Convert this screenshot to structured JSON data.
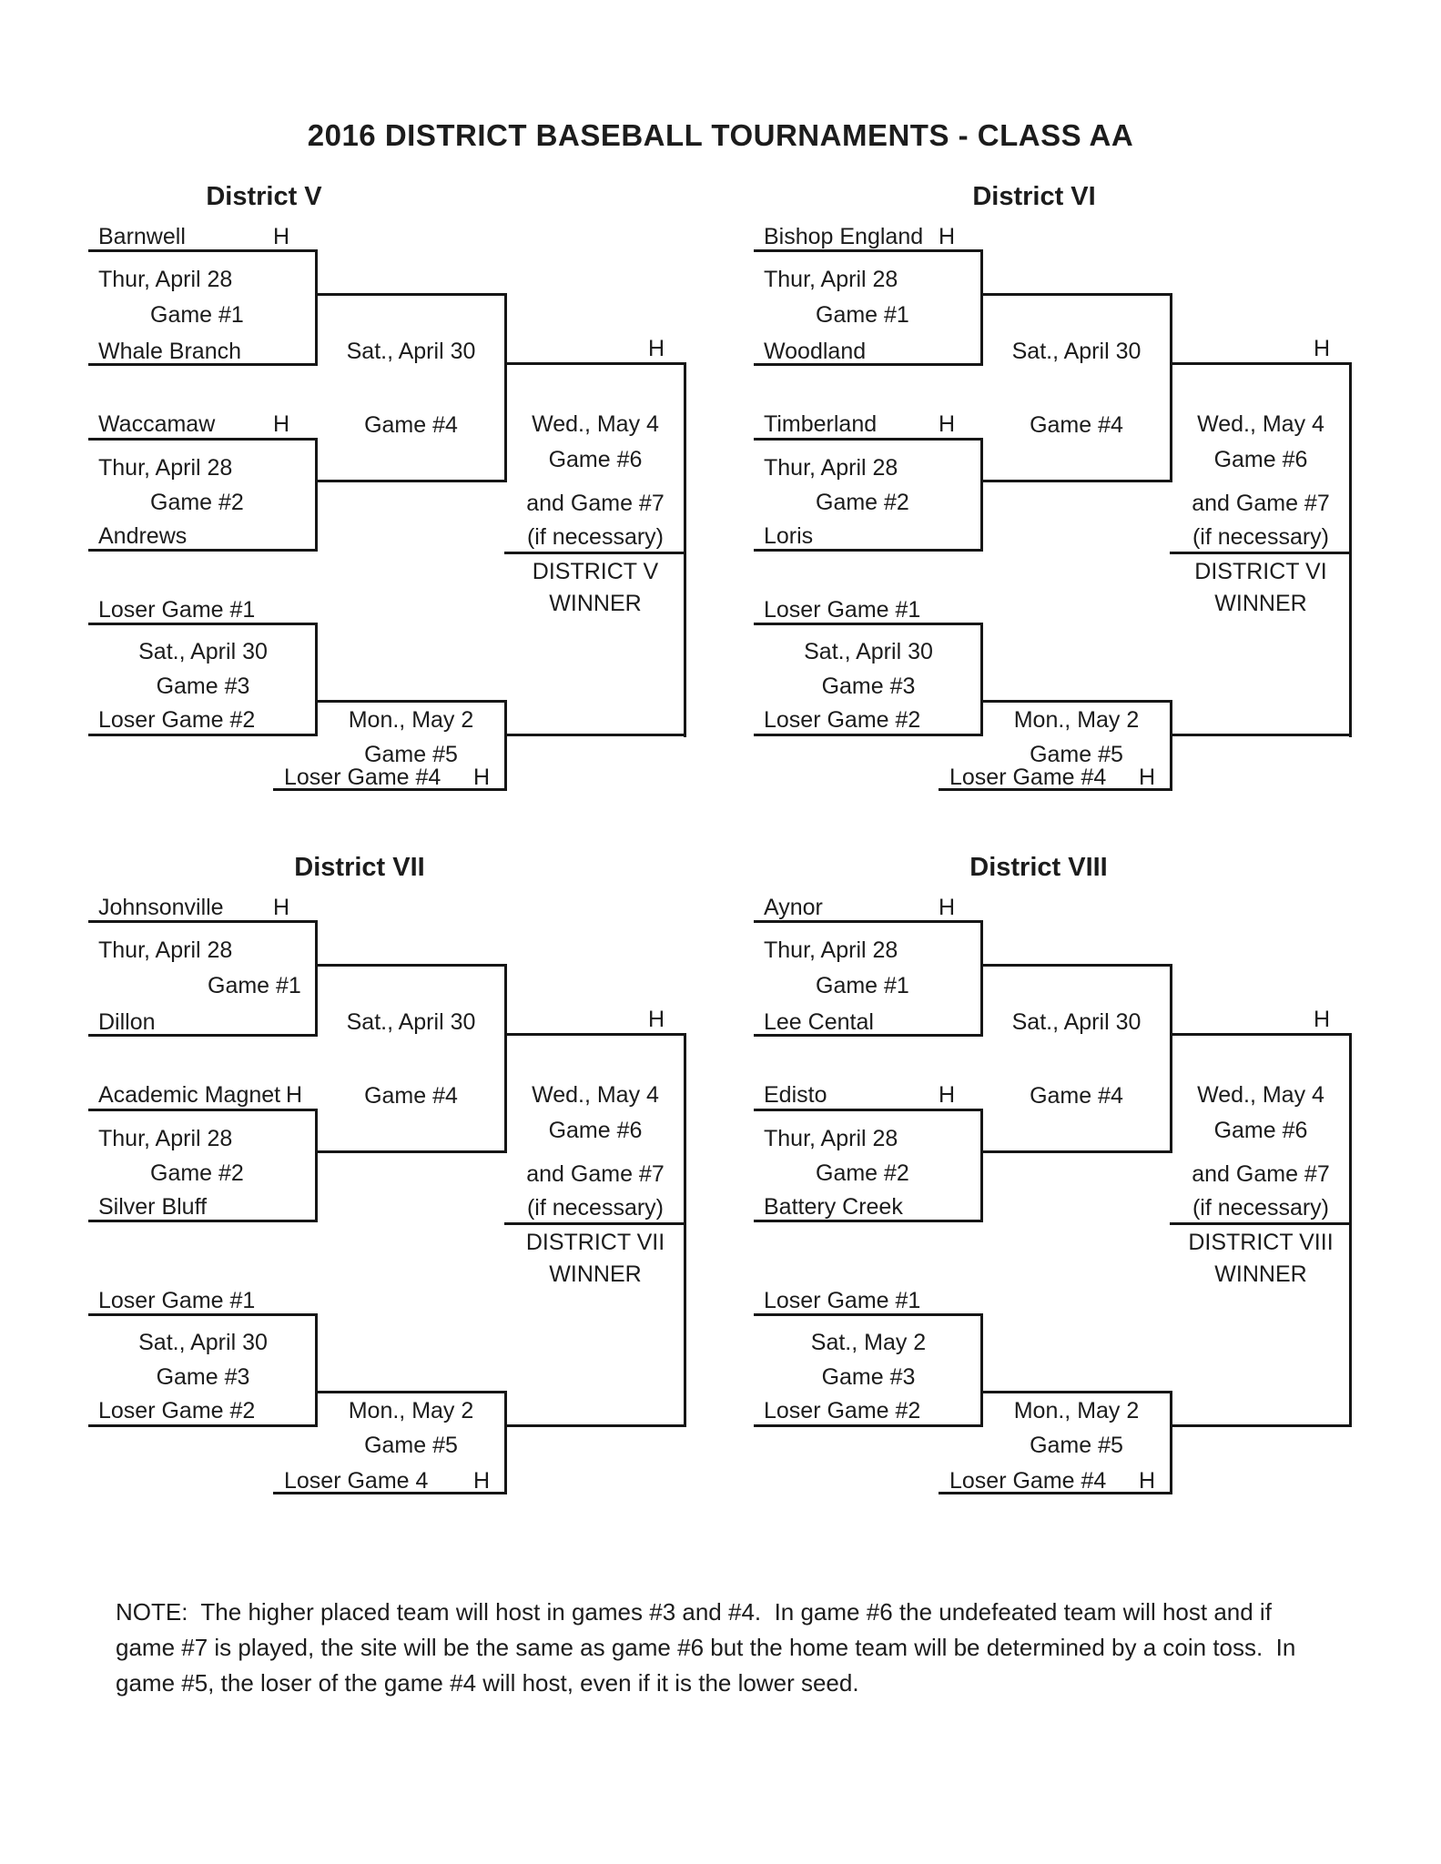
{
  "title": "2016 DISTRICT BASEBALL TOURNAMENTS - CLASS AA",
  "districts": [
    {
      "name": "District V",
      "team1": "Barnwell",
      "team1_host": "H",
      "game1_date": "Thur, April 28",
      "game1": "Game #1",
      "team2": "Whale Branch",
      "team3": "Waccamaw",
      "team3_host": "H",
      "game2_date": "Thur, April 28",
      "game2": "Game #2",
      "team4": "Andrews",
      "semi_date": "Sat., April 30",
      "semi_game": "Game #4",
      "final_host": "H",
      "final_date": "Wed., May 4",
      "final_game": "Game #6",
      "final_game_alt": "and Game #7",
      "final_note": "(if necessary)",
      "winner_label_1": "DISTRICT V",
      "winner_label_2": "WINNER",
      "loser_game1": "Loser Game #1",
      "cons_date": "Sat., April 30",
      "cons_game": "Game #3",
      "loser_game2": "Loser Game #2",
      "game5_date": "Mon., May 2",
      "game5": "Game #5",
      "game5_host": "Loser Game #4",
      "game5_host_h": "H"
    },
    {
      "name": "District VI",
      "team1": "Bishop England",
      "team1_host": "H",
      "game1_date": "Thur, April 28",
      "game1": "Game #1",
      "team2": "Woodland",
      "team3": "Timberland",
      "team3_host": "H",
      "game2_date": "Thur, April 28",
      "game2": "Game #2",
      "team4": "Loris",
      "semi_date": "Sat., April 30",
      "semi_game": "Game #4",
      "final_host": "H",
      "final_date": "Wed., May 4",
      "final_game": "Game #6",
      "final_game_alt": "and Game #7",
      "final_note": "(if necessary)",
      "winner_label_1": "DISTRICT VI",
      "winner_label_2": "WINNER",
      "loser_game1": "Loser Game #1",
      "cons_date": "Sat., April 30",
      "cons_game": "Game #3",
      "loser_game2": "Loser Game #2",
      "game5_date": "Mon., May 2",
      "game5": "Game #5",
      "game5_host": "Loser Game #4",
      "game5_host_h": "H"
    },
    {
      "name": "District VII",
      "team1": "Johnsonville",
      "team1_host": "H",
      "game1_date": "Thur, April 28",
      "game1": "Game #1",
      "team2": "Dillon",
      "team3": "Academic Magnet",
      "team3_host": "H",
      "game2_date": "Thur, April 28",
      "game2": "Game #2",
      "team4": "Silver Bluff",
      "semi_date": "Sat., April 30",
      "semi_game": "Game #4",
      "final_host": "H",
      "final_date": "Wed., May 4",
      "final_game": "Game #6",
      "final_game_alt": "and Game #7",
      "final_note": "(if necessary)",
      "winner_label_1": "DISTRICT VII",
      "winner_label_2": "WINNER",
      "loser_game1": "Loser Game #1",
      "cons_date": "Sat., April 30",
      "cons_game": "Game #3",
      "loser_game2": "Loser Game #2",
      "game5_date": "Mon., May 2",
      "game5": "Game #5",
      "game5_host": "Loser Game 4",
      "game5_host_h": "H"
    },
    {
      "name": "District VIII",
      "team1": "Aynor",
      "team1_host": "H",
      "game1_date": "Thur, April 28",
      "game1": "Game #1",
      "team2": "Lee Cental",
      "team3": "Edisto",
      "team3_host": "H",
      "game2_date": "Thur, April 28",
      "game2": "Game #2",
      "team4": "Battery Creek",
      "semi_date": "Sat., April 30",
      "semi_game": "Game #4",
      "final_host": "H",
      "final_date": "Wed., May 4",
      "final_game": "Game #6",
      "final_game_alt": "and Game #7",
      "final_note": "(if necessary)",
      "winner_label_1": "DISTRICT VIII",
      "winner_label_2": "WINNER",
      "loser_game1": "Loser Game #1",
      "cons_date": "Sat., May 2",
      "cons_game": "Game #3",
      "loser_game2": "Loser Game #2",
      "game5_date": "Mon., May 2",
      "game5": "Game #5",
      "game5_host": "Loser Game #4",
      "game5_host_h": "H"
    }
  ],
  "note": "NOTE:  The higher placed team will host in games #3 and #4.  In game #6 the undefeated team will host and if game #7 is played, the site will be the same as game #6 but the home team will be determined by a coin toss.  In game #5, the loser of the game #4 will host, even if it is the lower seed."
}
